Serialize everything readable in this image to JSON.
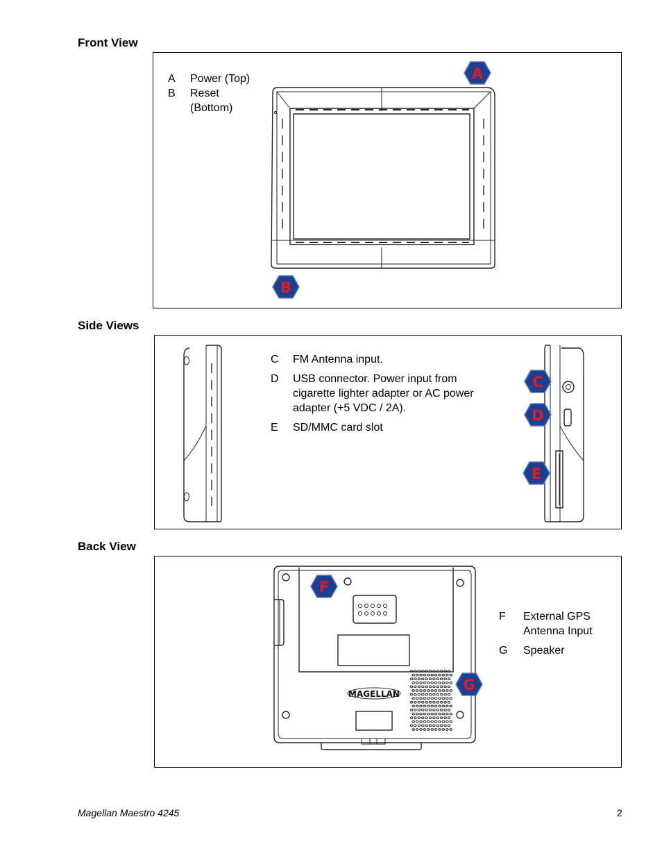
{
  "sections": {
    "front": {
      "title": "Front View"
    },
    "side": {
      "title": "Side Views"
    },
    "back": {
      "title": "Back View"
    }
  },
  "front_legend": [
    {
      "key": "A",
      "text": "Power (Top)"
    },
    {
      "key": "B",
      "text": "Reset (Bottom)"
    }
  ],
  "side_legend": [
    {
      "key": "C",
      "text": "FM Antenna input."
    },
    {
      "key": "D",
      "text": "USB connector. Power input from cigarette lighter adapter or AC power adapter (+5 VDC / 2A)."
    },
    {
      "key": "E",
      "text": "SD/MMC card slot"
    }
  ],
  "back_legend": [
    {
      "key": "F",
      "text": "External GPS Antenna Input"
    },
    {
      "key": "G",
      "text": "Speaker"
    }
  ],
  "callouts": {
    "a": "A",
    "b": "B",
    "c": "C",
    "d": "D",
    "e": "E",
    "f": "F",
    "g": "G"
  },
  "device_logo": "MAGELLAN",
  "footer": {
    "product": "Magellan Maestro 4245",
    "page_number": "2"
  },
  "colors": {
    "callout_fill": "#1d3f8f",
    "callout_letter": "#e21b23"
  }
}
